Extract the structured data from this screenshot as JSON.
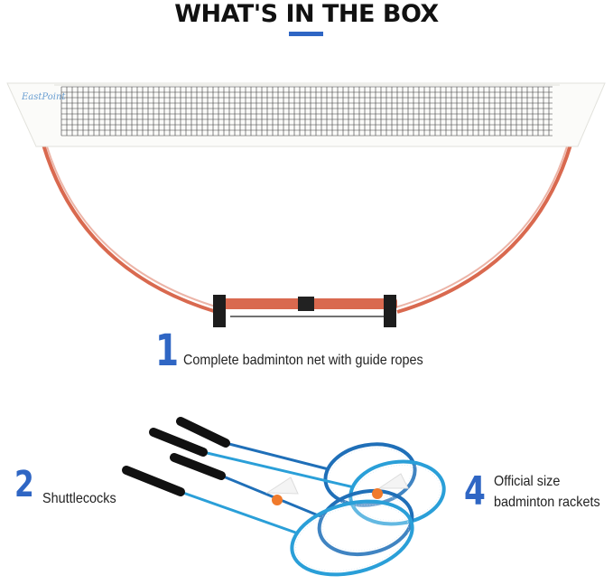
{
  "header": {
    "title": "WHAT'S IN THE BOX"
  },
  "brand": {
    "logo_text": "EastPoint"
  },
  "items": [
    {
      "number": "1",
      "caption": "Complete badminton net with guide ropes"
    },
    {
      "number": "2",
      "caption": "Shuttlecocks"
    },
    {
      "number": "4",
      "caption_line1": "Official size",
      "caption_line2": "badminton rackets"
    }
  ],
  "colors": {
    "accent_blue": "#2f66c4",
    "net_frame_orange": "#d9694f",
    "racket_blue": "#2a9fd8",
    "racket_dark_blue": "#1f6fb8",
    "shuttle_orange": "#f07a2b"
  }
}
